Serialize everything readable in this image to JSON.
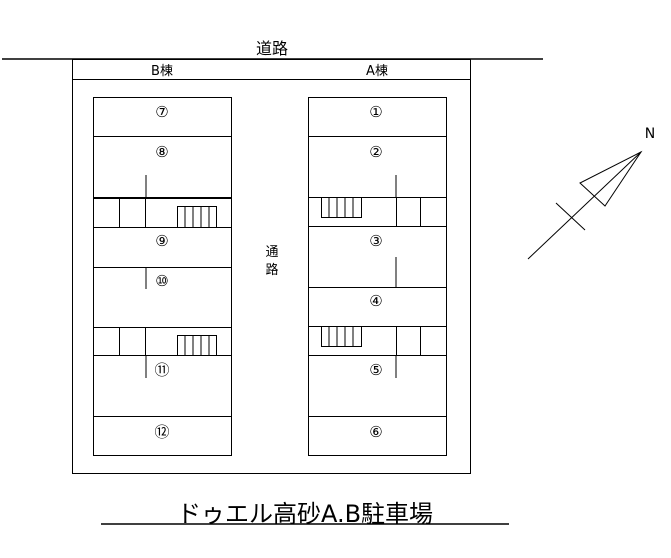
{
  "road_label": "道路",
  "building_b_label": "B棟",
  "building_a_label": "A棟",
  "aisle_label_chars": [
    "通",
    "路"
  ],
  "compass_label": "N",
  "title": "ドゥエル高砂A.B駐車場",
  "spaces_b": [
    "⑦",
    "⑧",
    "⑨",
    "⑩",
    "⑪",
    "⑫"
  ],
  "spaces_a": [
    "①",
    "②",
    "③",
    "④",
    "⑤",
    "⑥"
  ],
  "line_color": "#000000"
}
